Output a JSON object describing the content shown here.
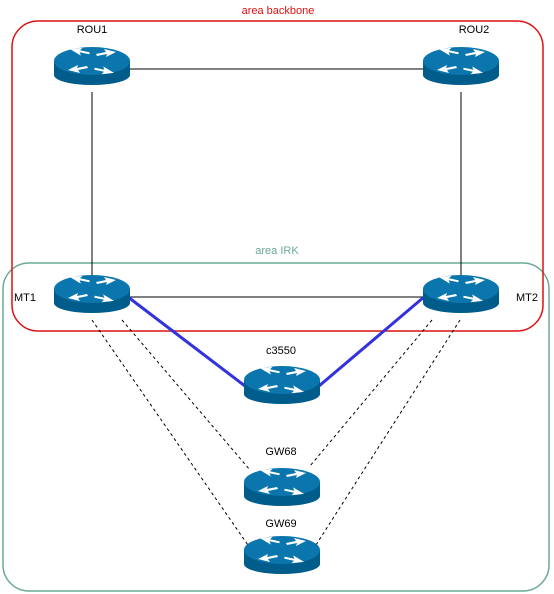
{
  "areas": {
    "backbone": {
      "label": "area backbone",
      "color": "#dd1111"
    },
    "irk": {
      "label": "area IRK",
      "color": "#6aaa96"
    }
  },
  "routers": {
    "rou1": {
      "label": "ROU1"
    },
    "rou2": {
      "label": "ROU2"
    },
    "mt1": {
      "label": "MT1"
    },
    "mt2": {
      "label": "MT2"
    },
    "c3550": {
      "label": "c3550"
    },
    "gw68": {
      "label": "GW68"
    },
    "gw69": {
      "label": "GW69"
    }
  },
  "links": [
    {
      "from": "rou1",
      "to": "rou2",
      "style": "solid"
    },
    {
      "from": "rou1",
      "to": "mt1",
      "style": "solid"
    },
    {
      "from": "rou2",
      "to": "mt2",
      "style": "solid"
    },
    {
      "from": "mt1",
      "to": "mt2",
      "style": "solid"
    },
    {
      "from": "mt1",
      "to": "c3550",
      "style": "highlight"
    },
    {
      "from": "mt2",
      "to": "c3550",
      "style": "highlight"
    },
    {
      "from": "mt1",
      "to": "gw68",
      "style": "dashed"
    },
    {
      "from": "mt2",
      "to": "gw68",
      "style": "dashed"
    },
    {
      "from": "mt1",
      "to": "gw69",
      "style": "dashed"
    },
    {
      "from": "mt2",
      "to": "gw69",
      "style": "dashed"
    }
  ],
  "colors": {
    "router_body": "#005c8a",
    "router_top": "#0b76ad",
    "router_arrow": "#ffffff",
    "link_solid": "#000000",
    "link_highlight": "#3333dd",
    "link_dashed": "#000000",
    "label_text": "#000000"
  },
  "icons": {
    "router": "router-icon"
  }
}
